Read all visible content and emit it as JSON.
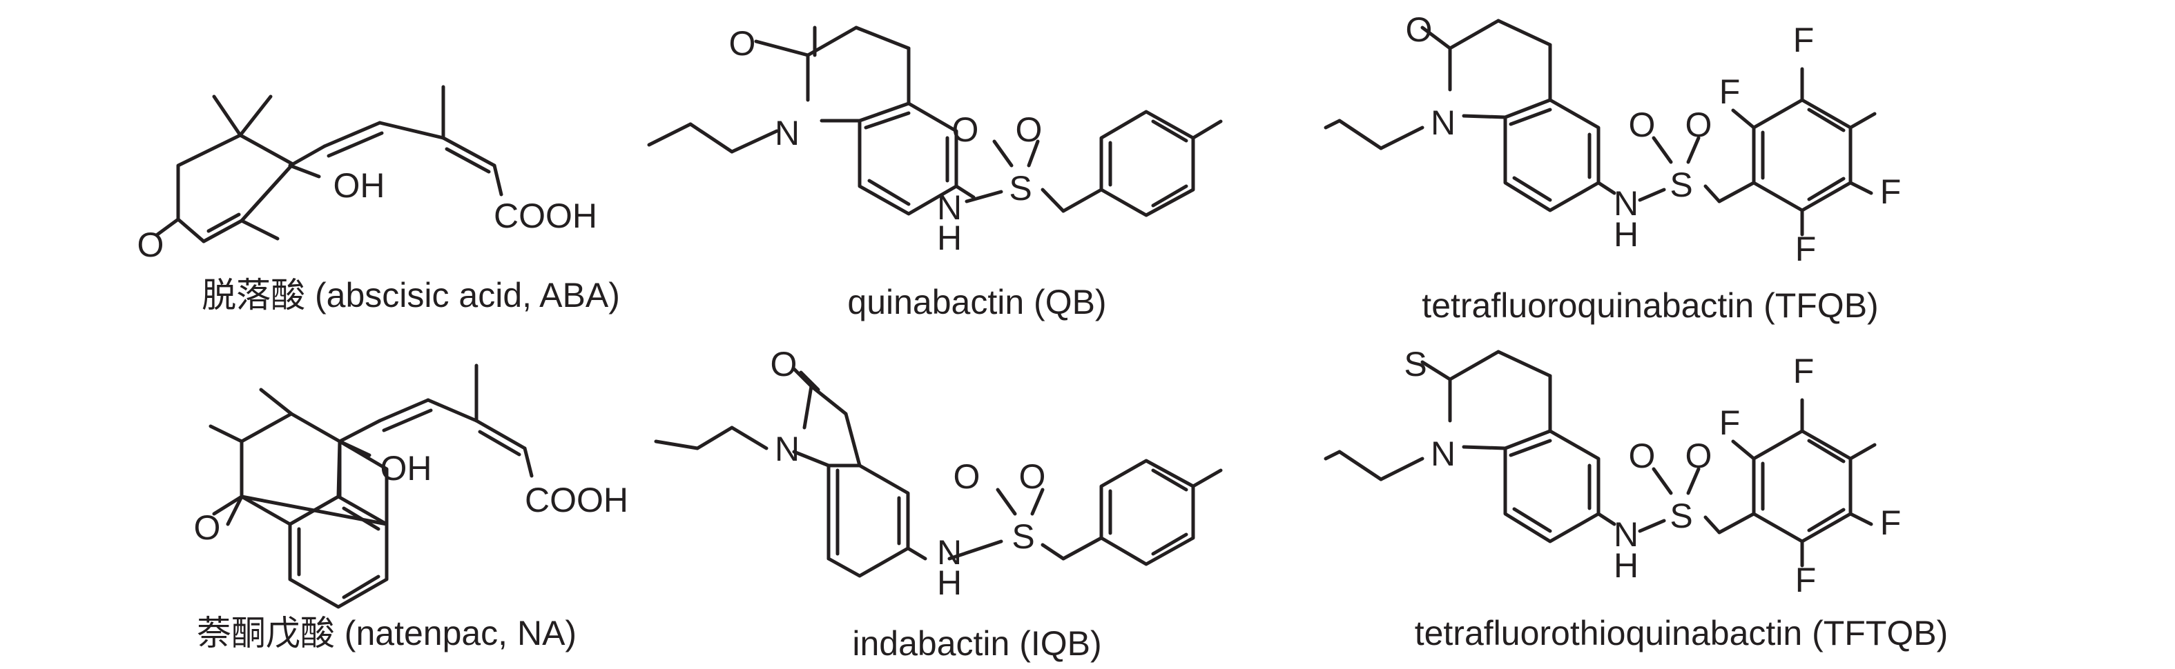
{
  "molecules": [
    {
      "caption": "脱落酸 (abscisic acid, ABA)",
      "atoms": {
        "o_keto": "O",
        "oh": "OH",
        "acid": "COOH"
      }
    },
    {
      "caption": "quinabactin (QB)",
      "atoms": {
        "o_keto": "O",
        "n_ring": "N",
        "nh_n": "N",
        "nh_h": "H",
        "s": "S",
        "o1": "O",
        "o2": "O"
      }
    },
    {
      "caption": "tetrafluoroquinabactin (TFQB)",
      "atoms": {
        "o_keto": "O",
        "n_ring": "N",
        "nh_n": "N",
        "nh_h": "H",
        "s": "S",
        "o1": "O",
        "o2": "O",
        "f1": "F",
        "f2": "F",
        "f3": "F",
        "f4": "F"
      }
    },
    {
      "caption": "萘酮戊酸 (natenpac, NA)",
      "atoms": {
        "o_keto": "O",
        "oh": "OH",
        "acid": "COOH"
      }
    },
    {
      "caption": "indabactin (IQB)",
      "atoms": {
        "o_keto": "O",
        "n_ring": "N",
        "nh_n": "N",
        "nh_h": "H",
        "s": "S",
        "o1": "O",
        "o2": "O"
      }
    },
    {
      "caption": "tetrafluorothioquinabactin (TFTQB)",
      "atoms": {
        "s_thio": "S",
        "n_ring": "N",
        "nh_n": "N",
        "nh_h": "H",
        "s": "S",
        "o1": "O",
        "o2": "O",
        "f1": "F",
        "f2": "F",
        "f3": "F",
        "f4": "F"
      }
    }
  ]
}
